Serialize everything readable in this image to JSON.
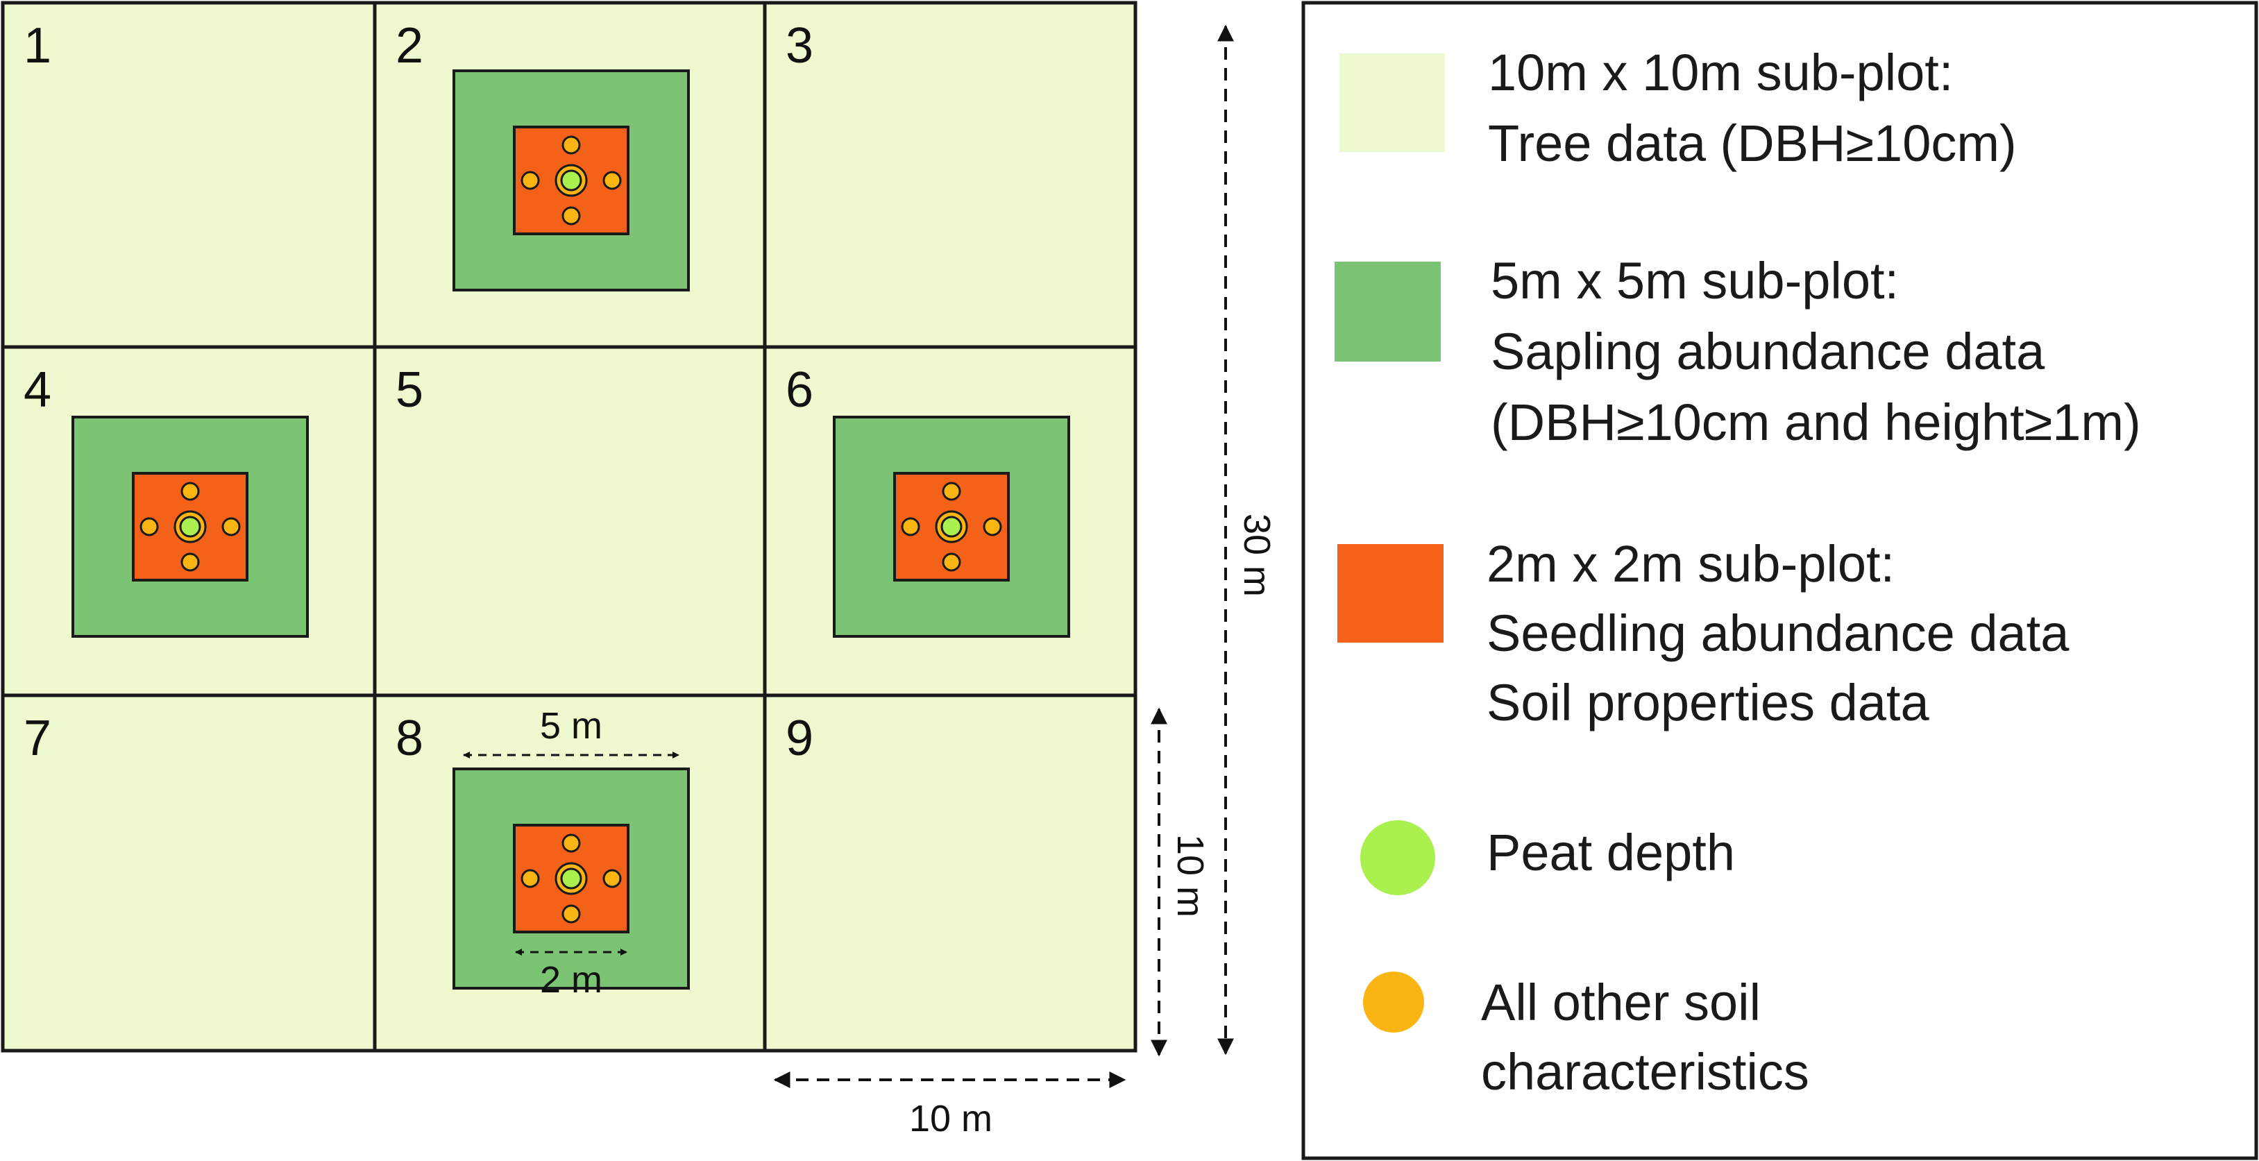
{
  "colors": {
    "tree_subplot": "#EEF9CF",
    "sapling_subplot": "#7AC474",
    "seedling_subplot": "#F4621A",
    "peat_point": "#AAF04E",
    "soil_point": "#FBB512",
    "outline": "#1a1a1a"
  },
  "plot": {
    "cells": [
      "1",
      "2",
      "3",
      "4",
      "5",
      "6",
      "7",
      "8",
      "9"
    ],
    "subplot_cells": [
      "2",
      "4",
      "6",
      "8"
    ]
  },
  "dimensions": {
    "inner_outer": "5 m",
    "inner_inner": "2 m",
    "cell_width": "10 m",
    "cell_height": "10 m",
    "total_height": "30 m"
  },
  "legend": {
    "items": [
      {
        "id": "tree",
        "icon": "light-green-square",
        "lines": [
          "10m x 10m sub-plot:",
          "Tree data (DBH≥10cm)"
        ]
      },
      {
        "id": "sapling",
        "icon": "green-square",
        "lines": [
          "5m x 5m sub-plot:",
          "Sapling abundance data",
          "(DBH≥10cm and height≥1m)"
        ]
      },
      {
        "id": "seedling",
        "icon": "orange-square",
        "lines": [
          "2m x 2m sub-plot:",
          "Seedling abundance data",
          "Soil properties data"
        ]
      },
      {
        "id": "peat",
        "icon": "light-green-circle",
        "lines": [
          "Peat depth"
        ]
      },
      {
        "id": "soil",
        "icon": "yellow-circle",
        "lines": [
          "All other soil",
          "characteristics"
        ]
      }
    ]
  }
}
